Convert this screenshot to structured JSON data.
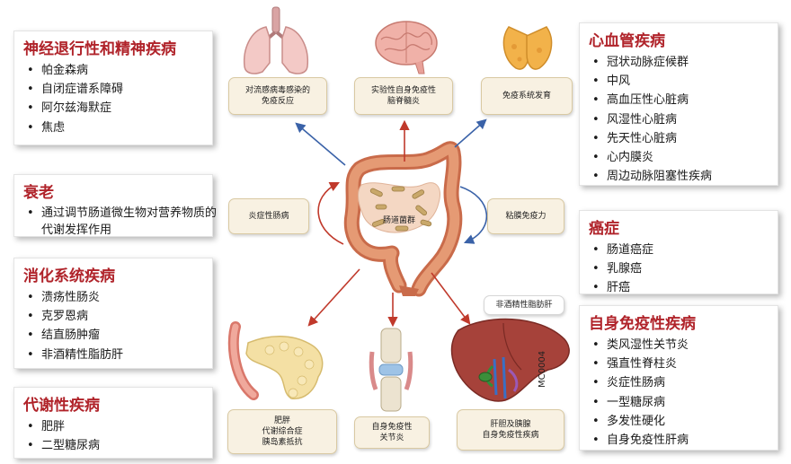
{
  "categories": {
    "neuro": {
      "title": "神经退行性和精神疾病",
      "items": [
        "帕金森病",
        "自闭症谱系障碍",
        "阿尔兹海默症",
        "焦虑"
      ]
    },
    "aging": {
      "title": "衰老",
      "items": [
        "通过调节肠道微生物对营养物质的代谢发挥作用"
      ]
    },
    "digestive": {
      "title": "消化系统疾病",
      "items": [
        "溃疡性肠炎",
        "克罗恩病",
        "结直肠肿瘤",
        "非酒精性脂肪肝"
      ]
    },
    "metabolic": {
      "title": "代谢性疾病",
      "items": [
        "肥胖",
        "二型糖尿病"
      ]
    },
    "cardio": {
      "title": "心血管疾病",
      "items": [
        "冠状动脉症候群",
        "中风",
        "高血压性心脏病",
        "风湿性心脏病",
        "先天性心脏病",
        "心内膜炎",
        "周边动脉阻塞性疾病"
      ]
    },
    "cancer": {
      "title": "癌症",
      "items": [
        "肠道癌症",
        "乳腺癌",
        "肝癌"
      ]
    },
    "autoimmune": {
      "title": "自身免疫性疾病",
      "items": [
        "类风湿性关节炎",
        "强直性脊柱炎",
        "炎症性肠病",
        "一型糖尿病",
        "多发性硬化",
        "自身免疫性肝病"
      ]
    }
  },
  "organ_labels": {
    "lung": "对流感病毒感染的\n免疫反应",
    "brain": "实验性自身免疫性\n脑脊髓炎",
    "thymus": "免疫系统发育",
    "inflammation": "炎症性肠病",
    "mucosal": "粘膜免疫力",
    "nafld": "非酒精性脂肪肝",
    "pancreas": "肥胖\n代谢综合症\n胰岛素抵抗",
    "joint": "自身免疫性\n关节炎",
    "liver": "肝胆及胰腺\n自身免疫性疾病"
  },
  "center_label": "肠道菌群",
  "figure_code": "MC0004",
  "colors": {
    "title_red": "#b0232a",
    "arrow_red": "#c0392b",
    "arrow_blue": "#3a62a8",
    "label_bg": "#f8f1e2"
  }
}
